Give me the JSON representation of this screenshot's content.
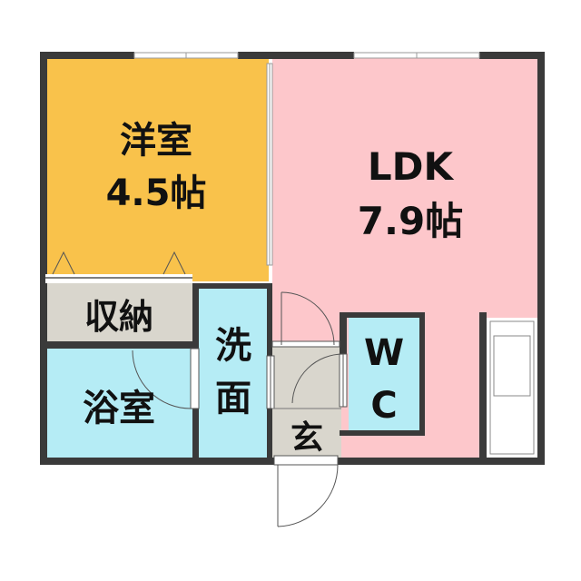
{
  "rooms": {
    "western": {
      "name": "洋室",
      "size": "4.5帖"
    },
    "ldk": {
      "name": "LDK",
      "size": "7.9帖"
    },
    "storage": {
      "name": "収納"
    },
    "bath": {
      "name": "浴室"
    },
    "washroom": {
      "name_top": "洗",
      "name_bottom": "面"
    },
    "wc": {
      "name_top": "W",
      "name_bottom": "C"
    },
    "entrance": {
      "name": "玄"
    }
  },
  "colors": {
    "western": "#f9c24b",
    "ldk": "#fdc7cb",
    "storage": "#d9d6cd",
    "bath": "#b5ecf5",
    "washroom": "#b5ecf5",
    "wc": "#b5ecf5",
    "entrance": "#d9d6cd",
    "wall": "#3a3a3a"
  }
}
